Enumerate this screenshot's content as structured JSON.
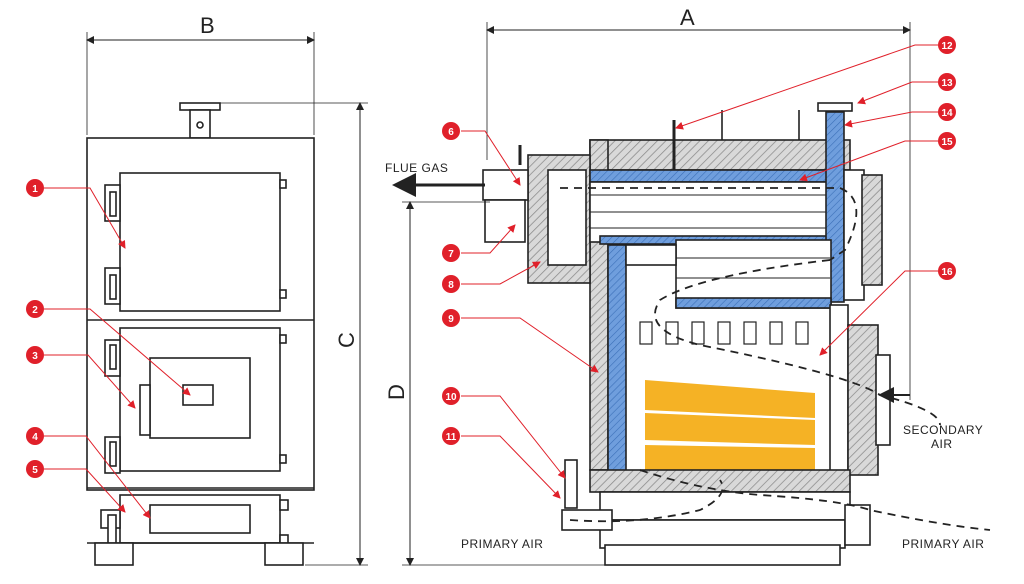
{
  "dimensions": {
    "a": "A",
    "b": "B",
    "c": "C",
    "d": "D"
  },
  "labels": {
    "flue_gas": "FLUE GAS",
    "secondary_air_1": "SECONDARY",
    "secondary_air_2": "AIR",
    "primary_air_left": "PRIMARY AIR",
    "primary_air_right": "PRIMARY AIR"
  },
  "callouts": [
    "1",
    "2",
    "3",
    "4",
    "5",
    "6",
    "7",
    "8",
    "9",
    "10",
    "11",
    "12",
    "13",
    "14",
    "15",
    "16"
  ],
  "colors": {
    "badge": "#e0202a",
    "leader": "#e0202a",
    "insulation": "#5b8fd6",
    "hatch": "#9a9a9a",
    "fire": "#f5b225",
    "line": "#222222"
  }
}
